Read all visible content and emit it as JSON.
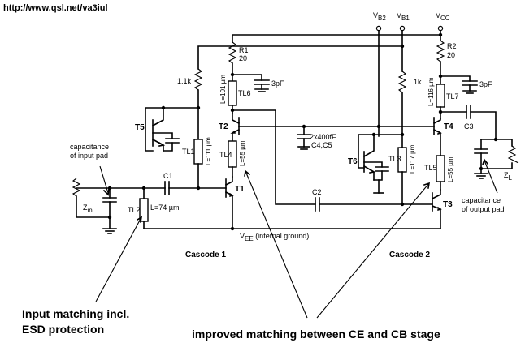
{
  "header": {
    "url": "http://www.qsl.net/va3iul"
  },
  "supplies": {
    "vb2": "V",
    "vb2_sub": "B2",
    "vb1": "V",
    "vb1_sub": "B1",
    "vcc": "V",
    "vcc_sub": "CC",
    "vee": "V",
    "vee_sub": "EE",
    "vee_note": " (internal ground)"
  },
  "components": {
    "r1": "R1",
    "r1_val": "20",
    "r2": "R2",
    "r2_val": "20",
    "r_11k": "1.1k",
    "r_1k": "1k",
    "tl1": "TL1",
    "tl1_len": "L=111 µm",
    "tl2": "TL2",
    "tl2_len": "L=74 µm",
    "tl3": "TL3",
    "tl3_len": "L=117 µm",
    "tl4": "TL4",
    "tl4_len": "L=55 µm",
    "tl5": "TL5",
    "tl5_len": "L=55 µm",
    "tl6": "TL6",
    "tl6_len": "L=101 µm",
    "tl7": "TL7",
    "tl7_len": "L=116 µm",
    "c1": "C1",
    "c2": "C2",
    "c3": "C3",
    "c45": "2x400fF",
    "c45_name": "C4,C5",
    "cap3pf_a": "3pF",
    "cap3pf_b": "3pF",
    "t1": "T1",
    "t2": "T2",
    "t3": "T3",
    "t4": "T4",
    "t5": "T5",
    "t6": "T6",
    "zin": "Z",
    "zin_sub": "in",
    "zl": "Z",
    "zl_sub": "L"
  },
  "annotations": {
    "input_pad_1": "capacitance",
    "input_pad_2": "of input pad",
    "output_pad_1": "capacitance",
    "output_pad_2": "of output pad",
    "cascode1": "Cascode 1",
    "cascode2": "Cascode 2",
    "input_matching_1": "Input matching incl.",
    "input_matching_2": "ESD protection",
    "improved_matching": "improved matching between CE and CB stage"
  }
}
